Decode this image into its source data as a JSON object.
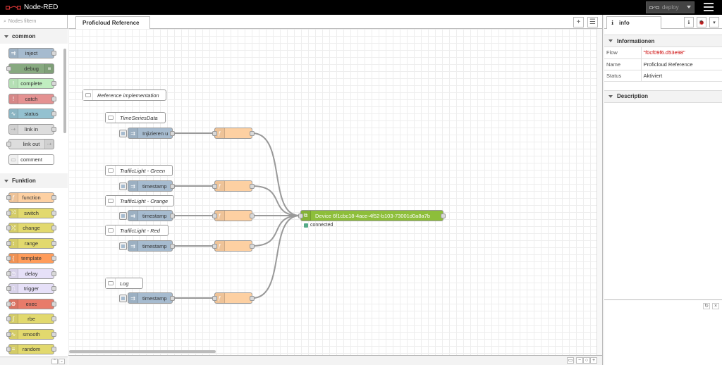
{
  "app": {
    "title": "Node-RED"
  },
  "header": {
    "deploy_label": "deploy"
  },
  "palette": {
    "search_placeholder": "Nodes filtern",
    "categories": [
      {
        "name": "common",
        "nodes": [
          {
            "label": "inject",
            "color": "#a6bbcf",
            "icon": "arrow-icon",
            "glyph": "⇉",
            "side": "left",
            "out": true,
            "in": false
          },
          {
            "label": "debug",
            "color": "#87a980",
            "icon": "debug-icon",
            "glyph": "≡",
            "side": "right",
            "out": false,
            "in": true
          },
          {
            "label": "complete",
            "color": "#c0edc0",
            "icon": "alert-icon",
            "glyph": "!",
            "side": "left",
            "out": true,
            "in": false
          },
          {
            "label": "catch",
            "color": "#e49191",
            "icon": "alert-icon",
            "glyph": "!",
            "side": "left",
            "out": true,
            "in": false
          },
          {
            "label": "status",
            "color": "#94c1d0",
            "icon": "pulse-icon",
            "glyph": "∿",
            "side": "left",
            "out": true,
            "in": false
          },
          {
            "label": "link in",
            "color": "#dddddd",
            "icon": "link-icon",
            "glyph": "⇢",
            "side": "left",
            "out": true,
            "in": false
          },
          {
            "label": "link out",
            "color": "#dddddd",
            "icon": "link-icon",
            "glyph": "⇢",
            "side": "right",
            "out": false,
            "in": true
          },
          {
            "label": "comment",
            "color": "#ffffff",
            "icon": "comment-icon",
            "glyph": "▭",
            "side": "left",
            "out": false,
            "in": false
          }
        ]
      },
      {
        "name": "Funktion",
        "nodes": [
          {
            "label": "function",
            "color": "#fdd0a2",
            "icon": "function-icon",
            "glyph": "ƒ",
            "side": "left",
            "out": true,
            "in": true
          },
          {
            "label": "switch",
            "color": "#e2d96e",
            "icon": "switch-icon",
            "glyph": "⤨",
            "side": "left",
            "out": true,
            "in": true
          },
          {
            "label": "change",
            "color": "#e2d96e",
            "icon": "shuffle-icon",
            "glyph": "⤮",
            "side": "left",
            "out": true,
            "in": true
          },
          {
            "label": "range",
            "color": "#e2d96e",
            "icon": "range-icon",
            "glyph": "↕",
            "side": "left",
            "out": true,
            "in": true
          },
          {
            "label": "template",
            "color": "#ff9c5a",
            "icon": "template-icon",
            "glyph": "{",
            "side": "left",
            "out": true,
            "in": true
          },
          {
            "label": "delay",
            "color": "#e6e0f8",
            "icon": "timer-icon",
            "glyph": "◷",
            "side": "left",
            "out": true,
            "in": true
          },
          {
            "label": "trigger",
            "color": "#e6e0f8",
            "icon": "trigger-icon",
            "glyph": "⎍",
            "side": "left",
            "out": true,
            "in": true
          },
          {
            "label": "exec",
            "color": "#e87b6a",
            "icon": "cog-icon",
            "glyph": "⚙",
            "side": "left",
            "out": true,
            "in": true
          },
          {
            "label": "rbe",
            "color": "#e2d96e",
            "icon": "rbe-icon",
            "glyph": "∫",
            "side": "left",
            "out": true,
            "in": true
          },
          {
            "label": "smooth",
            "color": "#e2d96e",
            "icon": "wave-icon",
            "glyph": "∿",
            "side": "left",
            "out": true,
            "in": true
          },
          {
            "label": "random",
            "color": "#e2d96e",
            "icon": "random-icon",
            "glyph": "≡",
            "side": "left",
            "out": true,
            "in": true
          }
        ]
      }
    ]
  },
  "workspace": {
    "tab_label": "Proficloud Reference",
    "comments": [
      "Reference implementation",
      "TimeSeriesData",
      "TrafficLight - Green",
      "TrafficLight - Orange",
      "TrafficLight - Red",
      "Log"
    ],
    "injects": [
      "Injizieren u",
      "timestamp",
      "timestamp",
      "timestamp",
      "timestamp"
    ],
    "device": {
      "label": "Device 6f1cbc18-4ace-4f52-b103-73001d0a8a7b",
      "status": "connected",
      "color": "#8dbe3a"
    },
    "colors": {
      "inject": "#a6bbcf",
      "function": "#fdd0a2"
    }
  },
  "sidebar": {
    "tab_label": "info",
    "section_info": "Informationen",
    "section_desc": "Description",
    "props": [
      {
        "key": "Flow",
        "value": "\"f0cf09f6.d53e98\""
      },
      {
        "key": "Name",
        "value": "Proficloud Reference"
      },
      {
        "key": "Status",
        "value": "Aktiviert"
      }
    ]
  }
}
